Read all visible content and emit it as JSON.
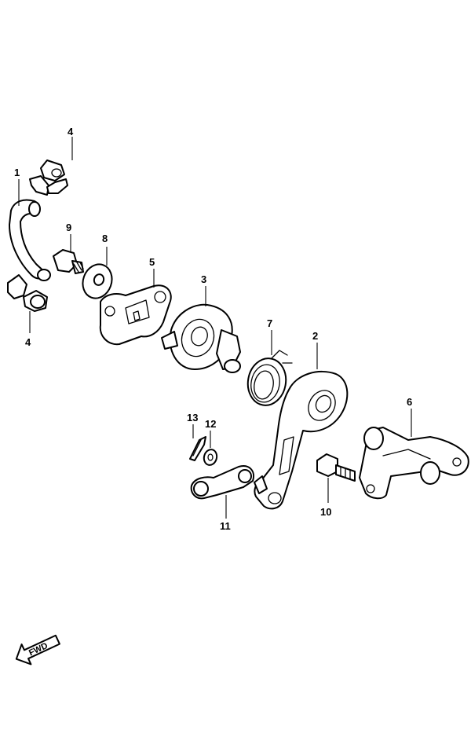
{
  "diagram": {
    "callouts": {
      "c1": "1",
      "c2": "2",
      "c3": "3",
      "c4a": "4",
      "c4b": "4",
      "c5": "5",
      "c6": "6",
      "c7": "7",
      "c8": "8",
      "c9": "9",
      "c10": "10",
      "c11": "11",
      "c12": "12",
      "c13": "13"
    },
    "fwd_label": "FWD",
    "icons": [
      "fwd-arrow-icon"
    ]
  }
}
